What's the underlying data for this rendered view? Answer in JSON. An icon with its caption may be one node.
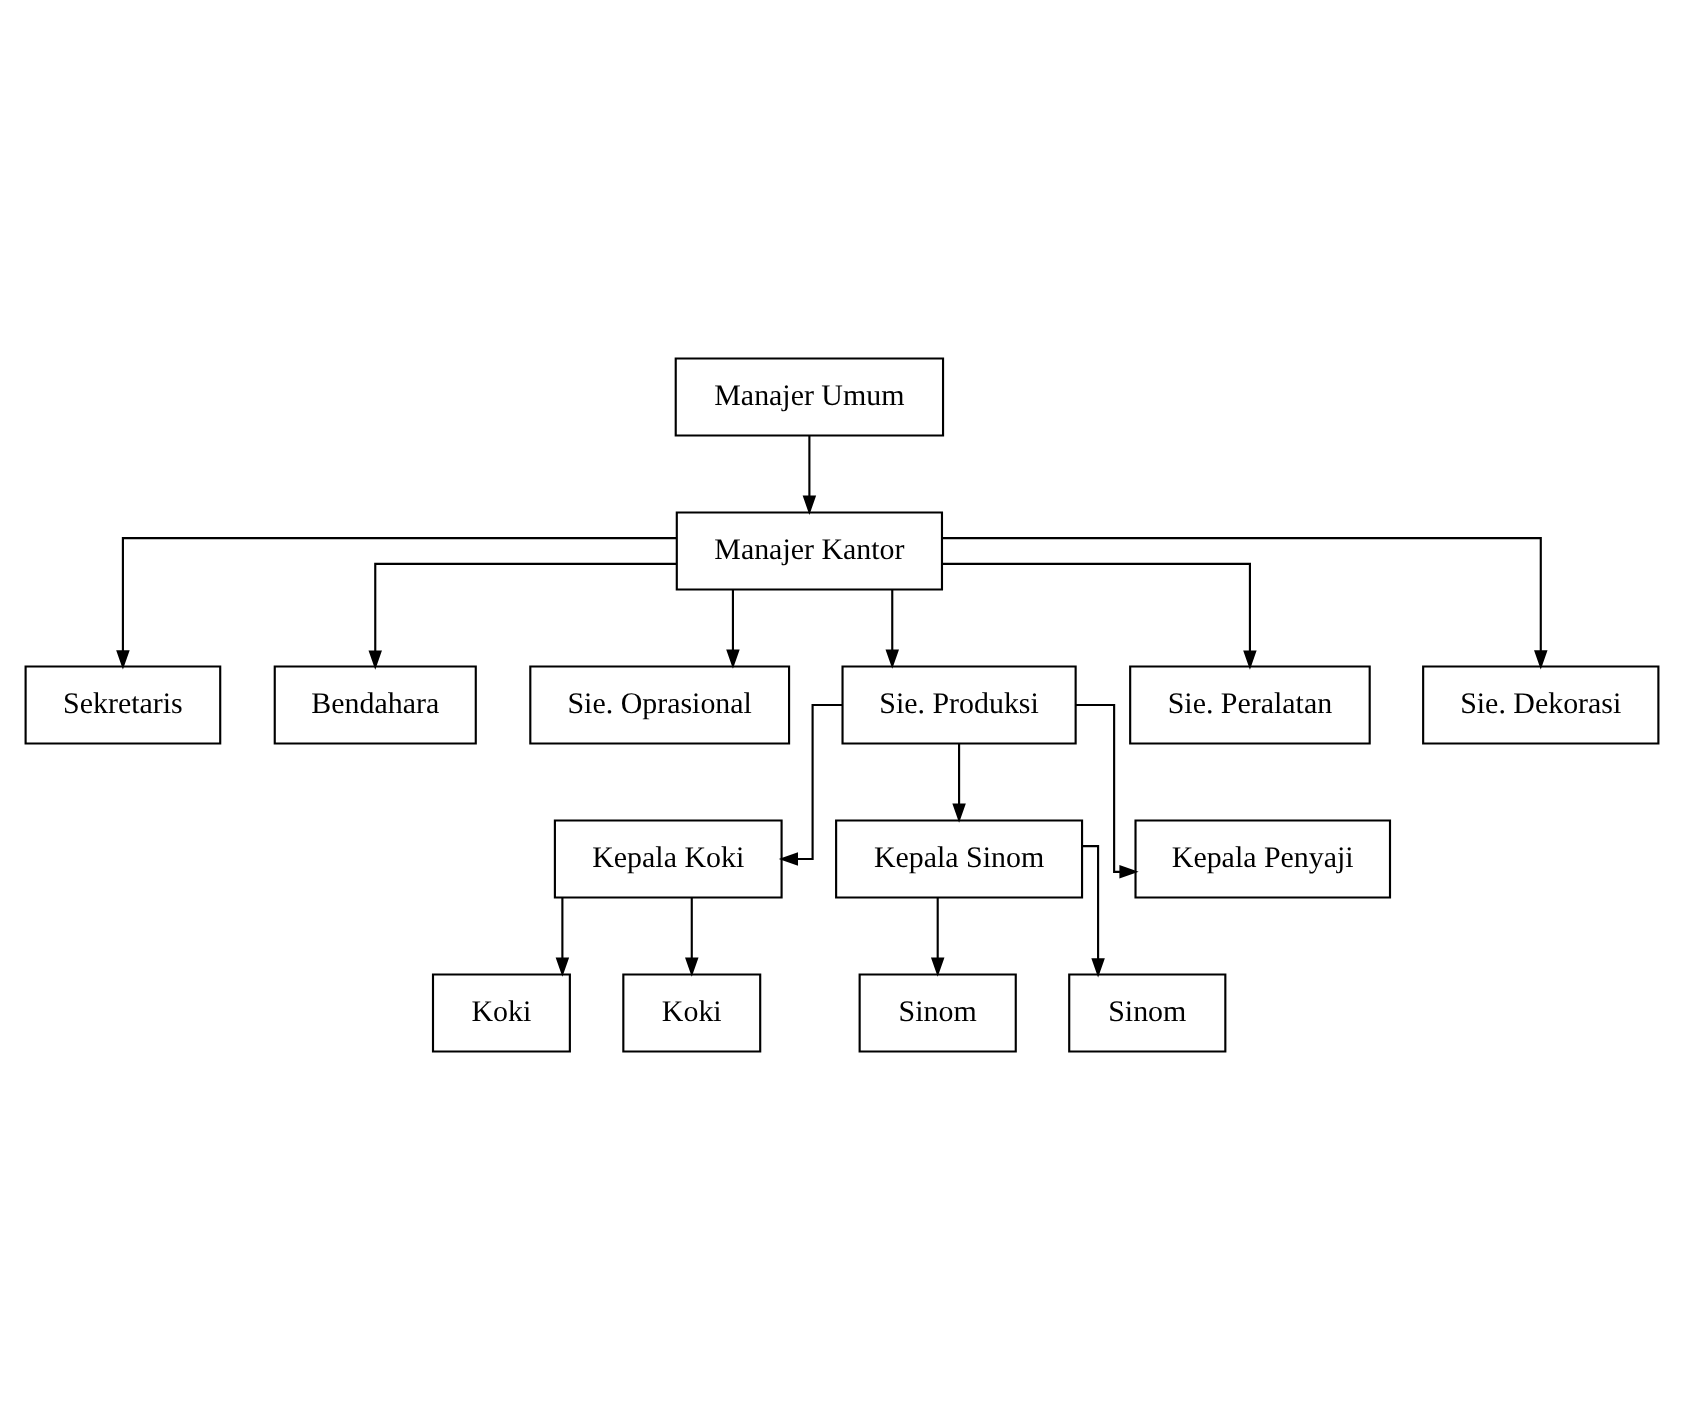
{
  "diagram": {
    "nodes": [
      {
        "text": [
          "Manajer Umum"
        ]
      },
      {
        "text": [
          "Manajer Kantor"
        ]
      },
      {
        "text": [
          "Sekretaris"
        ]
      },
      {
        "text": [
          "Bendahara"
        ]
      },
      {
        "text": [
          "Sie. Oprasional"
        ]
      },
      {
        "text": [
          "Sie. Produksi"
        ]
      },
      {
        "text": [
          "Sie. Peralatan"
        ]
      },
      {
        "text": [
          "Sie. Dekorasi"
        ]
      },
      {
        "text": [
          "Kepala Koki"
        ]
      },
      {
        "text": [
          "Kepala Sinom"
        ]
      },
      {
        "text": [
          "Kepala Penyaji"
        ]
      },
      {
        "text": [
          "Koki"
        ]
      },
      {
        "text": [
          "Koki"
        ]
      },
      {
        "text": [
          "Sinom"
        ]
      },
      {
        "text": [
          "Sinom"
        ]
      }
    ],
    "edges": [
      {
        "from": 0,
        "to": 1,
        "arrow": "to"
      },
      {
        "from": 1,
        "to": 2,
        "arrow": "to"
      },
      {
        "from": 1,
        "to": 3,
        "arrow": "to"
      },
      {
        "from": 1,
        "to": 4,
        "arrow": "to"
      },
      {
        "from": 1,
        "to": 5,
        "arrow": "to"
      },
      {
        "from": 1,
        "to": 6,
        "arrow": "to"
      },
      {
        "from": 1,
        "to": 7,
        "arrow": "to"
      },
      {
        "from": 5,
        "to": 8,
        "arrow": "to"
      },
      {
        "from": 5,
        "to": 9,
        "arrow": "to"
      },
      {
        "from": 5,
        "to": 10,
        "arrow": "to"
      },
      {
        "from": 8,
        "to": 11,
        "arrow": "to"
      },
      {
        "from": 8,
        "to": 12,
        "arrow": "to"
      },
      {
        "from": 9,
        "to": 13,
        "arrow": "to"
      },
      {
        "from": 9,
        "to": 14,
        "arrow": "to"
      }
    ]
  }
}
